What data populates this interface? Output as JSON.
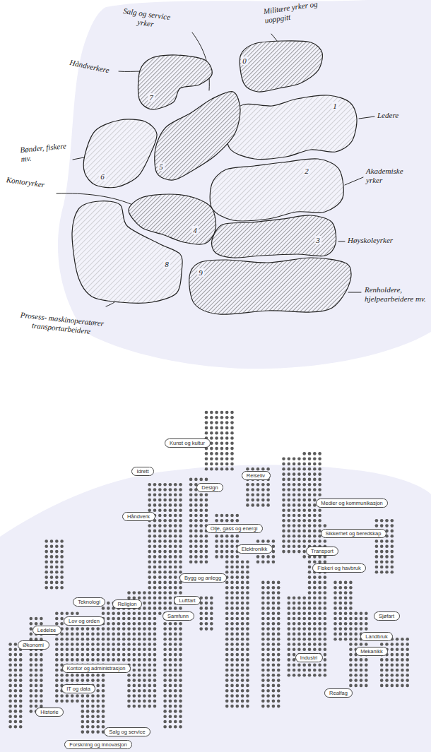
{
  "diagram": {
    "nodes": [
      {
        "text": [
          "0"
        ]
      },
      {
        "text": [
          "1"
        ]
      },
      {
        "text": [
          "2"
        ]
      },
      {
        "text": [
          "3"
        ]
      },
      {
        "text": [
          "4"
        ]
      },
      {
        "text": [
          "5"
        ]
      },
      {
        "text": [
          "6"
        ]
      },
      {
        "text": [
          "7"
        ]
      },
      {
        "text": [
          "8"
        ]
      },
      {
        "text": [
          "9"
        ]
      },
      {
        "text": [
          "Kunst og kultur"
        ]
      },
      {
        "text": [
          "Idrett"
        ]
      },
      {
        "text": [
          "Reiseliv"
        ]
      },
      {
        "text": [
          "Design"
        ]
      },
      {
        "text": [
          "Medier og kommunikasjon"
        ]
      },
      {
        "text": [
          "Håndverk"
        ]
      },
      {
        "text": [
          "Olje, gass og energi"
        ]
      },
      {
        "text": [
          "Sikkerhet og beredskap"
        ]
      },
      {
        "text": [
          "Elektronikk"
        ]
      },
      {
        "text": [
          "Transport"
        ]
      },
      {
        "text": [
          "Fiskeri og havbruk"
        ]
      },
      {
        "text": [
          "Bygg og anlegg"
        ]
      },
      {
        "text": [
          "Luftfart"
        ]
      },
      {
        "text": [
          "Teknologi"
        ]
      },
      {
        "text": [
          "Religion"
        ]
      },
      {
        "text": [
          "Samfunn"
        ]
      },
      {
        "text": [
          "Sjøfart"
        ]
      },
      {
        "text": [
          "Lov og orden"
        ]
      },
      {
        "text": [
          "Ledelse"
        ]
      },
      {
        "text": [
          "Landbruk"
        ]
      },
      {
        "text": [
          "Økonomi"
        ]
      },
      {
        "text": [
          "Mekanikk"
        ]
      },
      {
        "text": [
          "Industri"
        ]
      },
      {
        "text": [
          "Kontor og administrasjon"
        ]
      },
      {
        "text": [
          "IT og data"
        ]
      },
      {
        "text": [
          "Realfag"
        ]
      },
      {
        "text": [
          "Historie"
        ]
      },
      {
        "text": [
          "Salg og service"
        ]
      },
      {
        "text": [
          "Forskning og innovasjon"
        ]
      }
    ],
    "labels": [
      "Salg og service yrker",
      "Militære yrker og uoppgitt",
      "Håndverkere",
      "Ledere",
      "Bønder, fiskere mv.",
      "Akademiske yrker",
      "Kontoryrker",
      "Høyskoleyrker",
      "Prosess- maskinoperatører transportarbeidere",
      "Renholdere, hjelpearbeidere mv."
    ]
  }
}
